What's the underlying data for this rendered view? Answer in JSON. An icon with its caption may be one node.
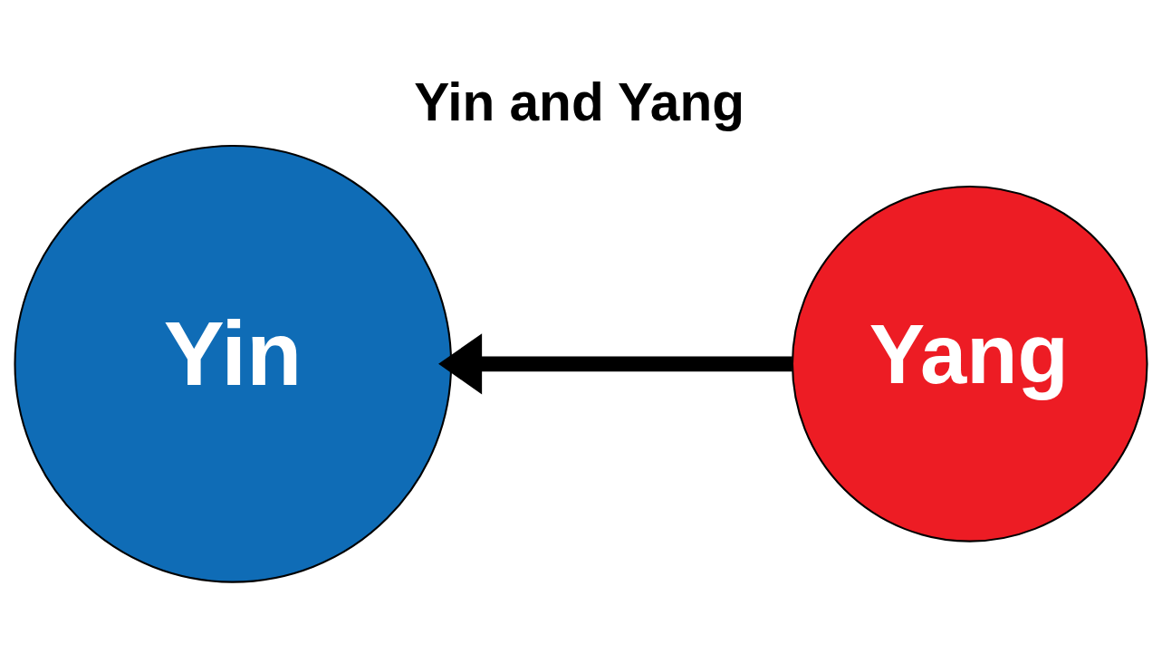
{
  "diagram": {
    "title": "Yin and Yang",
    "nodes": [
      {
        "text": [
          "Yin"
        ]
      },
      {
        "text": [
          "Yang"
        ]
      }
    ],
    "edges": [
      {
        "from": 1,
        "to": 0,
        "arrow": "to"
      }
    ]
  }
}
